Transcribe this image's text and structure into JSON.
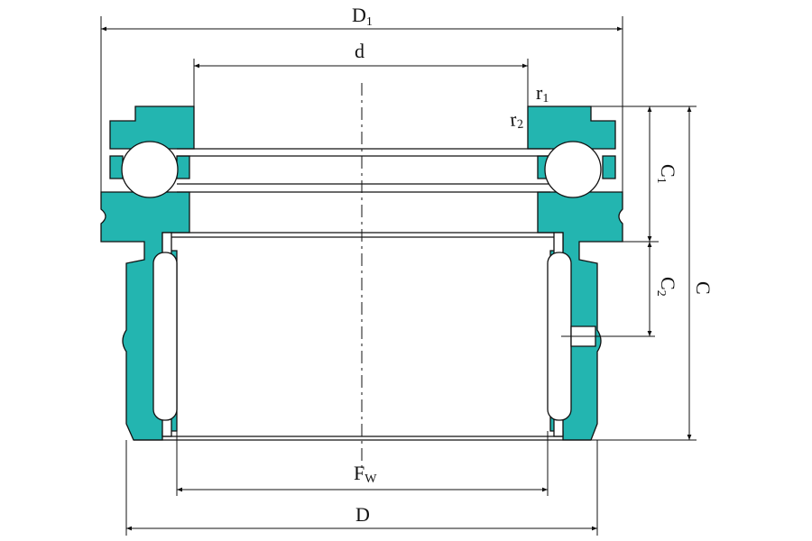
{
  "colors": {
    "section": "#23b5b0",
    "line": "#111111",
    "background": "#ffffff"
  },
  "labels": {
    "D1": {
      "main": "D",
      "sub": "1"
    },
    "d": {
      "main": "d"
    },
    "r1": {
      "main": "r",
      "sub": "1"
    },
    "r2": {
      "main": "r",
      "sub": "2"
    },
    "C1": {
      "main": "C",
      "sub": "1"
    },
    "C2": {
      "main": "C",
      "sub": "2"
    },
    "C": {
      "main": "C"
    },
    "Fw": {
      "main": "F",
      "sub": "W"
    },
    "D": {
      "main": "D"
    }
  }
}
